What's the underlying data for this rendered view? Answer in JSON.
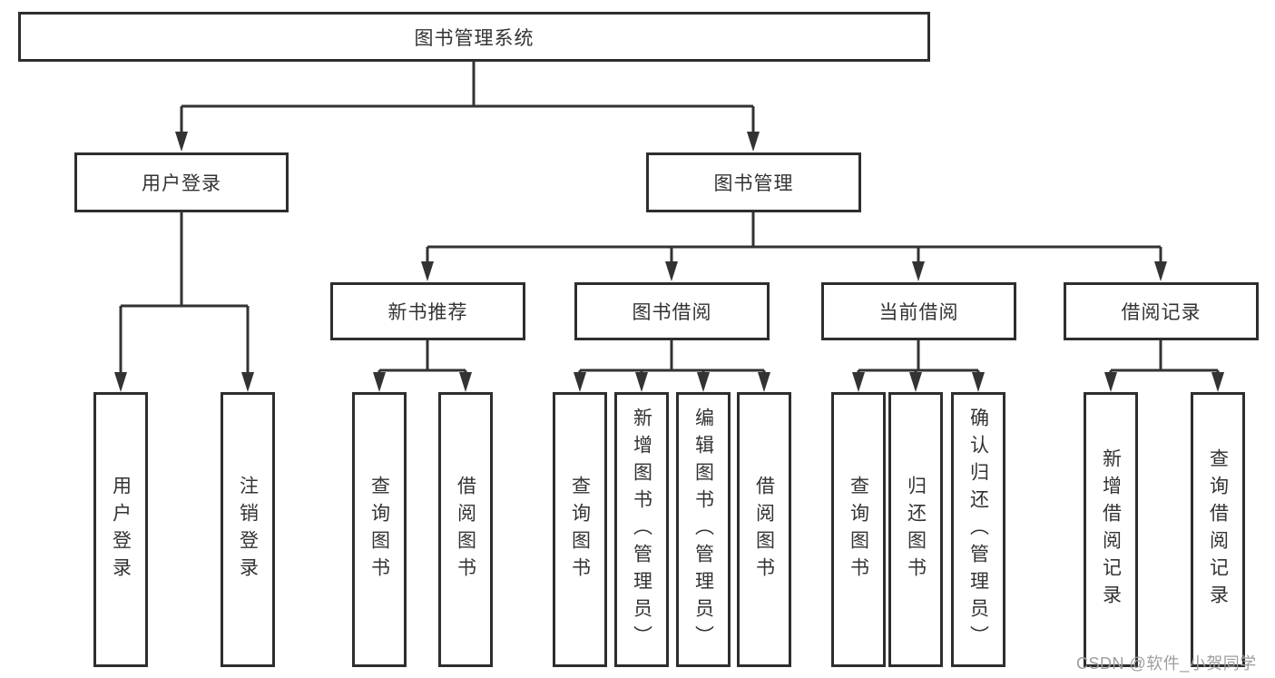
{
  "nodes": {
    "root": "图书管理系统",
    "user_login": "用户登录",
    "book_management": "图书管理",
    "user_login_children": [
      "用户登录",
      "注销登录"
    ],
    "sections": [
      {
        "label": "新书推荐",
        "children": [
          "查询图书",
          "借阅图书"
        ]
      },
      {
        "label": "图书借阅",
        "children": [
          "查询图书",
          "新增图书（管理员）",
          "编辑图书（管理员）",
          "借阅图书"
        ]
      },
      {
        "label": "当前借阅",
        "children": [
          "查询图书",
          "归还图书",
          "确认归还（管理员）"
        ]
      },
      {
        "label": "借阅记录",
        "children": [
          "新增借阅记录",
          "查询借阅记录"
        ]
      }
    ]
  },
  "watermark": "CSDN @软件_小贺同学",
  "colors": {
    "line": "#333333",
    "box_border": "#2e2e2e",
    "box_fill": "#ffffff",
    "text": "#333333",
    "watermark_text": "#9e9e9e"
  }
}
